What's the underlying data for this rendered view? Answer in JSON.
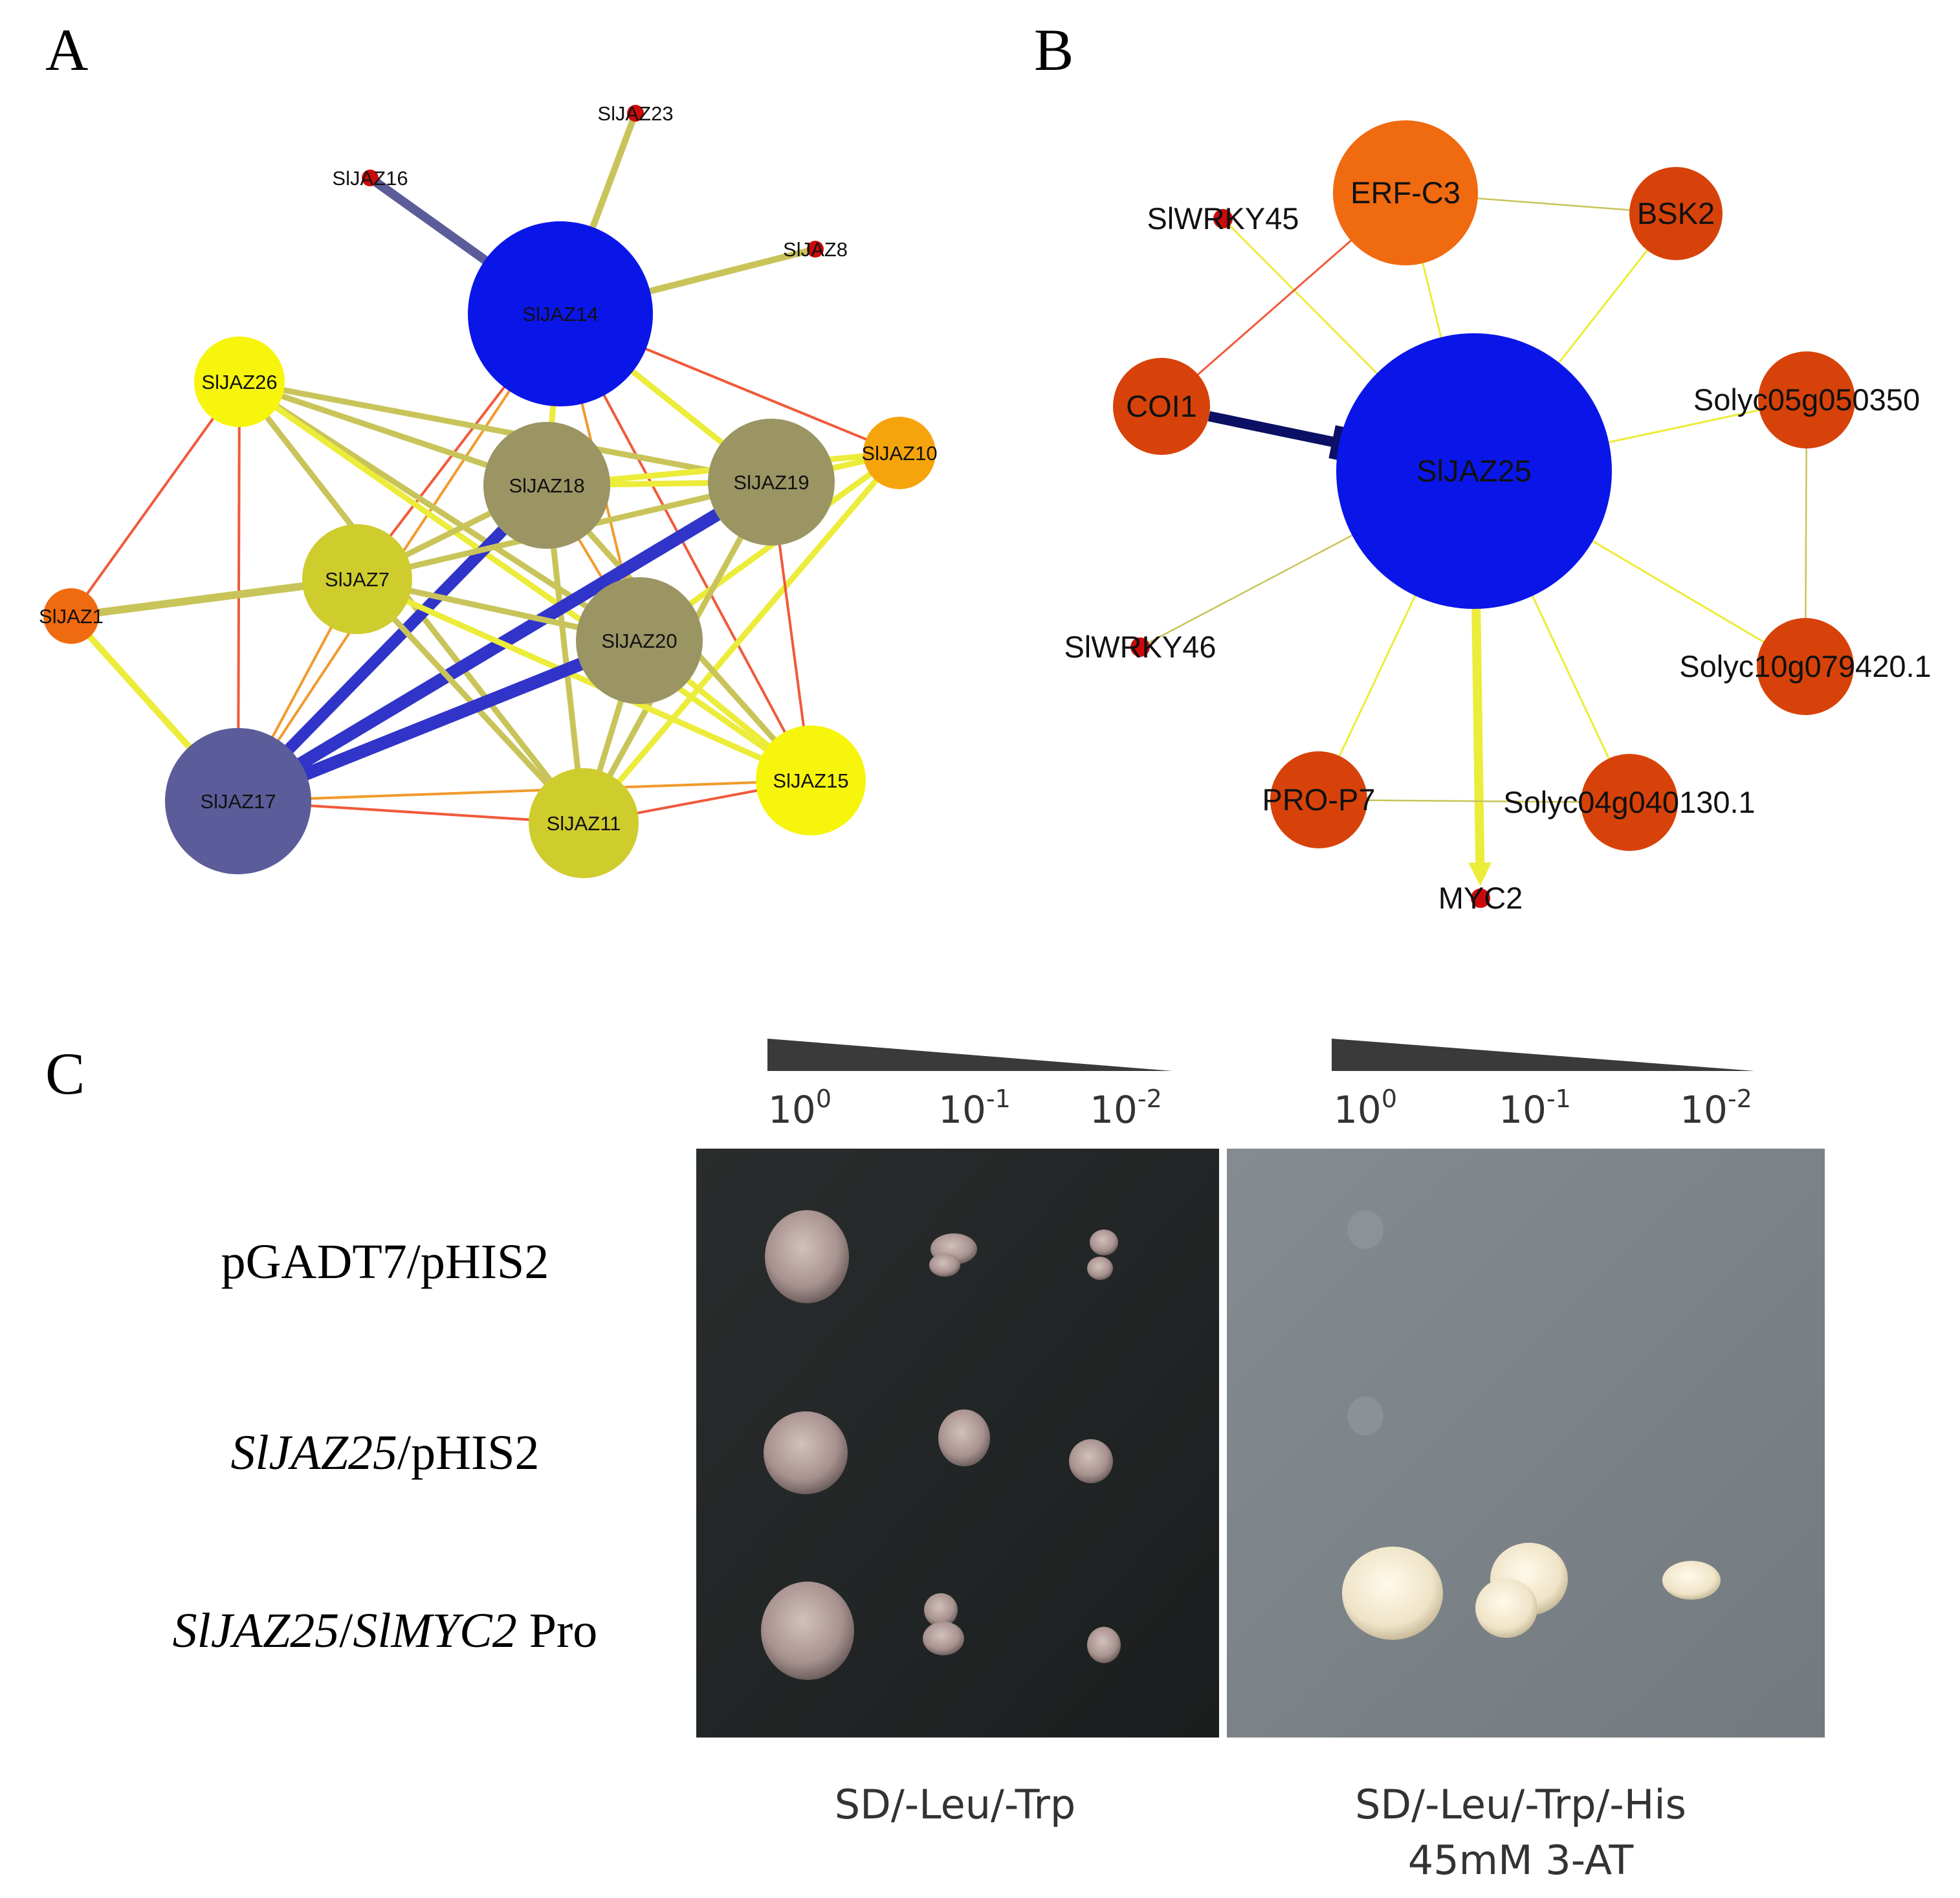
{
  "colors": {
    "blue": "#0a16e8",
    "slate": "#5b5c99",
    "olive": "#9a9563",
    "yellow_green": "#cfcc2e",
    "yellow": "#f7f50c",
    "orange": "#f5a40b",
    "orange_red": "#f06a10",
    "red_orange": "#d7420a",
    "dot_red": "#cc0a0a",
    "edge_yellow": "#ecec3a",
    "edge_olive": "#c9c45a",
    "edge_orange": "#f29a2c",
    "edge_red": "#ef5a3a",
    "edge_blue": "#3034c9",
    "edge_navy": "#0b1064",
    "plate_dark": "#1f2222",
    "plate_grey": "#7d8489",
    "colony_dark": "#bfaaa8",
    "colony_light": "#f4ecd8"
  },
  "panel_a": {
    "letter": "A",
    "nodes": [
      {
        "id": "SlJAZ14",
        "label": "SlJAZ14",
        "color": "blue"
      },
      {
        "id": "SlJAZ16",
        "label": "SlJAZ16",
        "color": "dot_red"
      },
      {
        "id": "SlJAZ23",
        "label": "SlJAZ23",
        "color": "dot_red"
      },
      {
        "id": "SlJAZ8",
        "label": "SlJAZ8",
        "color": "dot_red"
      },
      {
        "id": "SlJAZ26",
        "label": "SlJAZ26",
        "color": "yellow"
      },
      {
        "id": "SlJAZ10",
        "label": "SlJAZ10",
        "color": "orange"
      },
      {
        "id": "SlJAZ18",
        "label": "SlJAZ18",
        "color": "olive"
      },
      {
        "id": "SlJAZ19",
        "label": "SlJAZ19",
        "color": "olive"
      },
      {
        "id": "SlJAZ7",
        "label": "SlJAZ7",
        "color": "yellow_green"
      },
      {
        "id": "SlJAZ1",
        "label": "SlJAZ1",
        "color": "orange_red"
      },
      {
        "id": "SlJAZ20",
        "label": "SlJAZ20",
        "color": "olive"
      },
      {
        "id": "SlJAZ17",
        "label": "SlJAZ17",
        "color": "slate"
      },
      {
        "id": "SlJAZ11",
        "label": "SlJAZ11",
        "color": "yellow_green"
      },
      {
        "id": "SlJAZ15",
        "label": "SlJAZ15",
        "color": "yellow"
      }
    ],
    "edges": [
      {
        "source": "SlJAZ14",
        "target": "SlJAZ16",
        "color": "slate"
      },
      {
        "source": "SlJAZ14",
        "target": "SlJAZ23",
        "color": "edge_olive"
      },
      {
        "source": "SlJAZ14",
        "target": "SlJAZ8",
        "color": "edge_olive"
      },
      {
        "source": "SlJAZ14",
        "target": "SlJAZ10",
        "color": "edge_red"
      },
      {
        "source": "SlJAZ14",
        "target": "SlJAZ18",
        "color": "edge_yellow"
      },
      {
        "source": "SlJAZ14",
        "target": "SlJAZ19",
        "color": "edge_yellow"
      },
      {
        "source": "SlJAZ14",
        "target": "SlJAZ7",
        "color": "edge_red"
      },
      {
        "source": "SlJAZ14",
        "target": "SlJAZ17",
        "color": "edge_orange"
      },
      {
        "source": "SlJAZ14",
        "target": "SlJAZ20",
        "color": "edge_orange"
      },
      {
        "source": "SlJAZ14",
        "target": "SlJAZ15",
        "color": "edge_red"
      },
      {
        "source": "SlJAZ26",
        "target": "SlJAZ18",
        "color": "edge_olive"
      },
      {
        "source": "SlJAZ26",
        "target": "SlJAZ19",
        "color": "edge_olive"
      },
      {
        "source": "SlJAZ26",
        "target": "SlJAZ20",
        "color": "edge_olive"
      },
      {
        "source": "SlJAZ26",
        "target": "SlJAZ11",
        "color": "edge_olive"
      },
      {
        "source": "SlJAZ26",
        "target": "SlJAZ15",
        "color": "edge_yellow"
      },
      {
        "source": "SlJAZ26",
        "target": "SlJAZ1",
        "color": "edge_red"
      },
      {
        "source": "SlJAZ26",
        "target": "SlJAZ17",
        "color": "edge_red"
      },
      {
        "source": "SlJAZ10",
        "target": "SlJAZ18",
        "color": "edge_yellow"
      },
      {
        "source": "SlJAZ10",
        "target": "SlJAZ19",
        "color": "edge_yellow"
      },
      {
        "source": "SlJAZ10",
        "target": "SlJAZ20",
        "color": "edge_yellow"
      },
      {
        "source": "SlJAZ10",
        "target": "SlJAZ11",
        "color": "edge_yellow"
      },
      {
        "source": "SlJAZ18",
        "target": "SlJAZ19",
        "color": "edge_yellow"
      },
      {
        "source": "SlJAZ18",
        "target": "SlJAZ7",
        "color": "edge_olive"
      },
      {
        "source": "SlJAZ18",
        "target": "SlJAZ17",
        "color": "edge_blue"
      },
      {
        "source": "SlJAZ18",
        "target": "SlJAZ11",
        "color": "edge_olive"
      },
      {
        "source": "SlJAZ18",
        "target": "SlJAZ20",
        "color": "edge_orange"
      },
      {
        "source": "SlJAZ18",
        "target": "SlJAZ15",
        "color": "edge_olive"
      },
      {
        "source": "SlJAZ19",
        "target": "SlJAZ7",
        "color": "edge_olive"
      },
      {
        "source": "SlJAZ19",
        "target": "SlJAZ17",
        "color": "edge_blue"
      },
      {
        "source": "SlJAZ19",
        "target": "SlJAZ11",
        "color": "edge_olive"
      },
      {
        "source": "SlJAZ19",
        "target": "SlJAZ15",
        "color": "edge_red"
      },
      {
        "source": "SlJAZ7",
        "target": "SlJAZ1",
        "color": "edge_olive"
      },
      {
        "source": "SlJAZ7",
        "target": "SlJAZ17",
        "color": "edge_orange"
      },
      {
        "source": "SlJAZ7",
        "target": "SlJAZ20",
        "color": "edge_olive"
      },
      {
        "source": "SlJAZ7",
        "target": "SlJAZ11",
        "color": "edge_olive"
      },
      {
        "source": "SlJAZ7",
        "target": "SlJAZ15",
        "color": "edge_yellow"
      },
      {
        "source": "SlJAZ1",
        "target": "SlJAZ17",
        "color": "edge_yellow"
      },
      {
        "source": "SlJAZ20",
        "target": "SlJAZ17",
        "color": "edge_blue"
      },
      {
        "source": "SlJAZ20",
        "target": "SlJAZ11",
        "color": "edge_olive"
      },
      {
        "source": "SlJAZ20",
        "target": "SlJAZ15",
        "color": "edge_yellow"
      },
      {
        "source": "SlJAZ17",
        "target": "SlJAZ11",
        "color": "edge_red"
      },
      {
        "source": "SlJAZ17",
        "target": "SlJAZ15",
        "color": "edge_orange"
      },
      {
        "source": "SlJAZ11",
        "target": "SlJAZ15",
        "color": "edge_red"
      }
    ]
  },
  "panel_b": {
    "letter": "B",
    "nodes": [
      {
        "id": "SlJAZ25",
        "label": "SlJAZ25",
        "color": "blue"
      },
      {
        "id": "ERF-C3",
        "label": "ERF-C3",
        "color": "orange_red"
      },
      {
        "id": "BSK2",
        "label": "BSK2",
        "color": "red_orange"
      },
      {
        "id": "SlWRKY45",
        "label": "SlWRKY45",
        "color": "dot_red"
      },
      {
        "id": "COI1",
        "label": "COI1",
        "color": "red_orange"
      },
      {
        "id": "Solyc05g050350",
        "label": "Solyc05g050350",
        "color": "red_orange"
      },
      {
        "id": "SlWRKY46",
        "label": "SlWRKY46",
        "color": "dot_red"
      },
      {
        "id": "Solyc10g079420.1",
        "label": "Solyc10g079420.1",
        "color": "red_orange"
      },
      {
        "id": "PRO-P7",
        "label": "PRO-P7",
        "color": "red_orange"
      },
      {
        "id": "Solyc04g040130.1",
        "label": "Solyc04g040130.1",
        "color": "red_orange"
      },
      {
        "id": "MYC2",
        "label": "MYC2",
        "color": "dot_red"
      }
    ],
    "edges": [
      {
        "source": "SlJAZ25",
        "target": "ERF-C3",
        "color": "edge_yellow",
        "style": "plain"
      },
      {
        "source": "SlJAZ25",
        "target": "BSK2",
        "color": "edge_yellow",
        "style": "plain"
      },
      {
        "source": "SlJAZ25",
        "target": "SlWRKY45",
        "color": "edge_yellow",
        "style": "plain"
      },
      {
        "source": "SlJAZ25",
        "target": "Solyc05g050350",
        "color": "edge_yellow",
        "style": "plain"
      },
      {
        "source": "SlJAZ25",
        "target": "SlWRKY46",
        "color": "edge_olive",
        "style": "plain"
      },
      {
        "source": "SlJAZ25",
        "target": "Solyc10g079420.1",
        "color": "edge_yellow",
        "style": "plain"
      },
      {
        "source": "SlJAZ25",
        "target": "PRO-P7",
        "color": "edge_yellow",
        "style": "plain"
      },
      {
        "source": "SlJAZ25",
        "target": "Solyc04g040130.1",
        "color": "edge_yellow",
        "style": "plain"
      },
      {
        "source": "SlJAZ25",
        "target": "MYC2",
        "color": "edge_yellow",
        "style": "arrow"
      },
      {
        "source": "COI1",
        "target": "SlJAZ25",
        "color": "edge_navy",
        "style": "inhibit"
      },
      {
        "source": "COI1",
        "target": "ERF-C3",
        "color": "edge_red",
        "style": "plain"
      },
      {
        "source": "ERF-C3",
        "target": "BSK2",
        "color": "edge_olive",
        "style": "plain"
      },
      {
        "source": "Solyc05g050350",
        "target": "Solyc10g079420.1",
        "color": "edge_olive",
        "style": "plain"
      },
      {
        "source": "PRO-P7",
        "target": "Solyc04g040130.1",
        "color": "edge_olive",
        "style": "plain"
      }
    ]
  },
  "panel_c": {
    "letter": "C",
    "dilutions": [
      {
        "base": "10",
        "exp": "0"
      },
      {
        "base": "10",
        "exp": "-1"
      },
      {
        "base": "10",
        "exp": "-2"
      }
    ],
    "rows": [
      {
        "parts": [
          {
            "text": "pGADT7/pHIS2",
            "italic": false
          }
        ]
      },
      {
        "parts": [
          {
            "text": "SlJAZ25",
            "italic": true
          },
          {
            "text": "/pHIS2",
            "italic": false
          }
        ]
      },
      {
        "parts": [
          {
            "text": "SlJAZ25",
            "italic": true
          },
          {
            "text": "/",
            "italic": false
          },
          {
            "text": "SlMYC2",
            "italic": true
          },
          {
            "text": " Pro",
            "italic": false
          }
        ]
      }
    ],
    "media": [
      {
        "lines": [
          "SD/-Leu/-Trp"
        ]
      },
      {
        "lines": [
          "SD/-Leu/-Trp/-His",
          "45mM 3-AT"
        ]
      }
    ]
  }
}
